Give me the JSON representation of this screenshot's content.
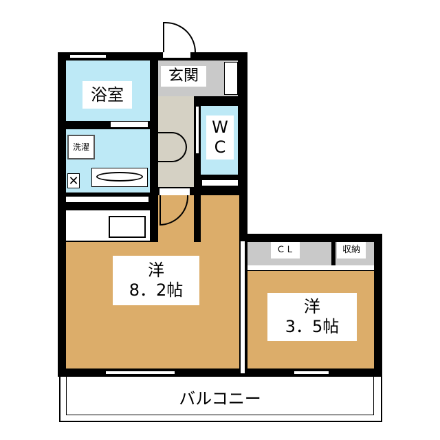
{
  "rooms": {
    "bath": "浴室",
    "entrance": "玄関",
    "wc_line1": "W",
    "wc_line2": "C",
    "laundry": "洗濯",
    "living_type": "洋",
    "living_size": "8．2帖",
    "bedroom_type": "洋",
    "bedroom_size": "3．5帖",
    "closet": "ＣＬ",
    "storage": "収納",
    "balcony": "バルコニー"
  },
  "colors": {
    "wet_area": "#bde9f6",
    "western_room": "#dcad6a",
    "entrance": "#c9c9c9",
    "hall": "#d5d1c4"
  }
}
